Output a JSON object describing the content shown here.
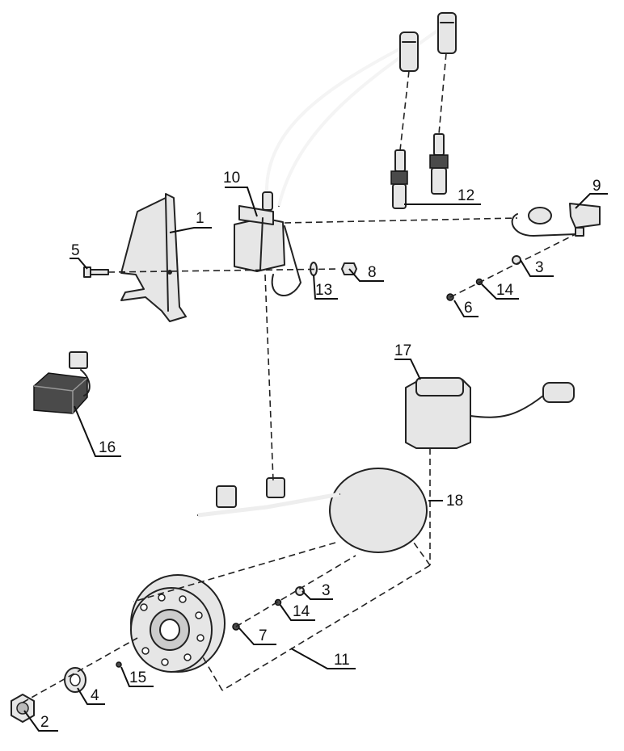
{
  "diagram": {
    "type": "exploded-parts-diagram",
    "callouts": [
      "1",
      "2",
      "3",
      "3",
      "4",
      "5",
      "6",
      "7",
      "8",
      "9",
      "10",
      "11",
      "12",
      "13",
      "14",
      "14",
      "15",
      "16",
      "17",
      "18"
    ],
    "colors": {
      "line": "#222222",
      "part_fill": "#e6e6e6",
      "background": "#ffffff"
    }
  }
}
